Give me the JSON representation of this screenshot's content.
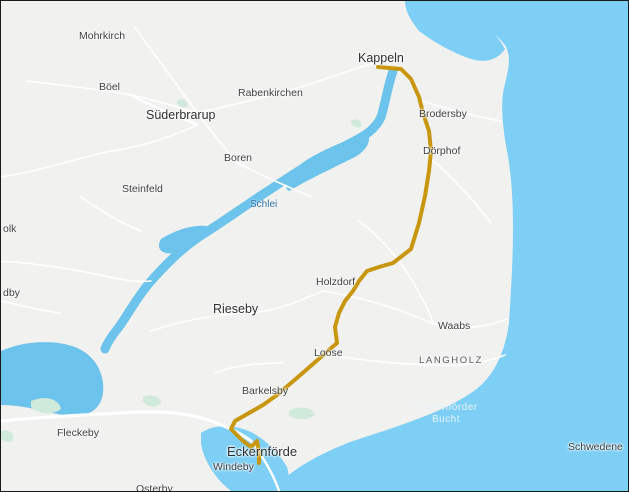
{
  "colors": {
    "land": "#f1f1ef",
    "water": "#7ecff5",
    "lake": "#6cc3ec",
    "road": "#ffffff",
    "park": "#cfeadb",
    "route": "#c8960f",
    "frame": "#1a1a1a"
  },
  "labels": {
    "mohrkirch": "Mohrkirch",
    "kappeln": "Kappeln",
    "boel": "Böel",
    "rabenkirchen": "Rabenkirchen",
    "suederbrarup": "Süderbrarup",
    "brodersby": "Brodersby",
    "boren": "Boren",
    "doerphof": "Dörphof",
    "steinfeld": "Steinfeld",
    "schlei": "Schlei",
    "olk": "olk",
    "holzdorf": "Holzdorf",
    "dby": "dby",
    "rieseby": "Rieseby",
    "waabs": "Waabs",
    "loose": "Loose",
    "langholz": "LANGHOLZ",
    "barkelsby": "Barkelsby",
    "eckernfoerder_bucht_1": "Eckernförder",
    "eckernfoerder_bucht_2": "Bucht",
    "fleckeby": "Fleckeby",
    "eckernfoerde": "Eckernförde",
    "windeby": "Windeby",
    "schwedeneck": "Schwedene",
    "osterby": "Osterby"
  }
}
